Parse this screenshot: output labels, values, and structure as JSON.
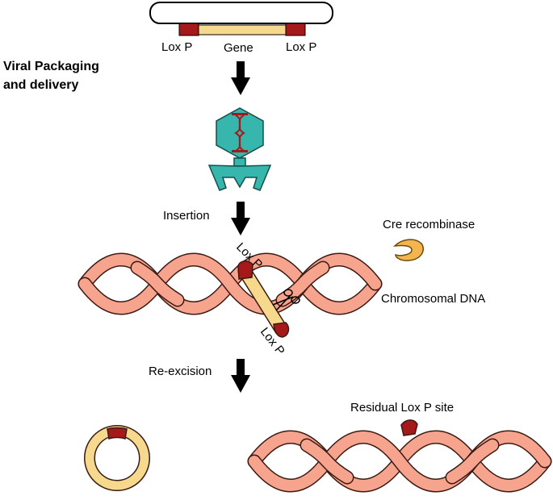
{
  "labels": {
    "loxp_left": "Lox P",
    "gene": "Gene",
    "loxp_right": "Lox P",
    "viral_line1": "Viral Packaging",
    "viral_line2": "and delivery",
    "insertion": "Insertion",
    "cre": "Cre recombinase",
    "loxp_top": "Lox P",
    "loxp_bottom": "Lox P",
    "chromosomal_dna": "Chromosomal DNA",
    "reexcision": "Re-excision",
    "residual": "Residual Lox P site"
  },
  "colors": {
    "dna_strand": "#f7a48e",
    "dna_outline": "#3a1a12",
    "loxp": "#a5191b",
    "gene": "#f7d98e",
    "virus": "#36b6ad",
    "virus_dark": "#1f8e86",
    "cre": "#f3b64e",
    "arrow": "#000000"
  },
  "icons": [
    "down-arrow-icon",
    "virus-icon",
    "cre-recombinase-icon",
    "scissors-icon"
  ]
}
